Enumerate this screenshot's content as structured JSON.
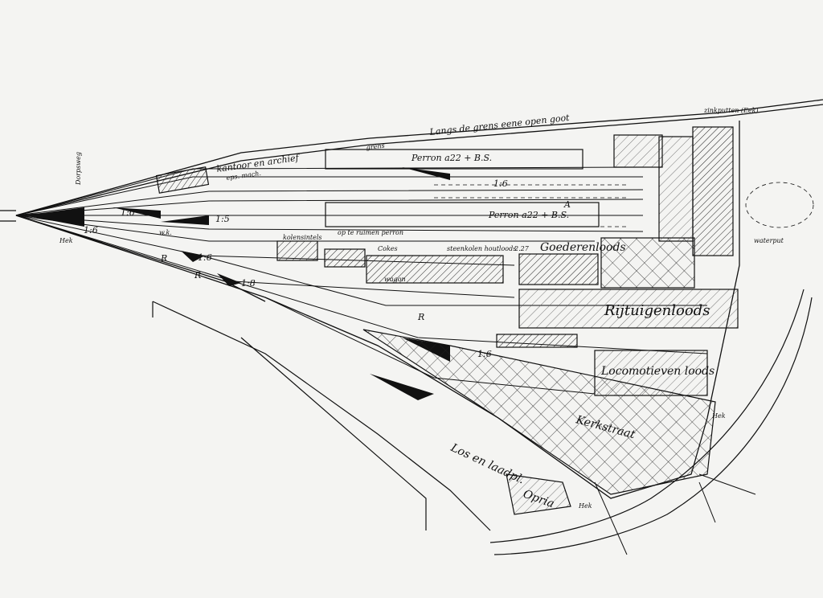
{
  "colors": {
    "paper": "#f4f4f2",
    "ink": "#111111",
    "hatch": "#222222"
  },
  "labels": {
    "langs_grens": "Langs de grens eene open goot",
    "grens": "grens",
    "perron_top": "Perron  a22 + B.S.",
    "perron_mid": "Perron  a22 + B.S.",
    "kantoor": "kantoor en archief",
    "eps_mach": "eps. mach.",
    "kolensintels": "kolensintels",
    "cokes": "Cokes",
    "steenkolen": "steenkolen houtloods",
    "goederenloods": "Goederenloods",
    "rijtuigenloods": "Rijtuigenloods",
    "locomotievenloods": "Locomotieven loods",
    "laden_losplaats": "Los en laadpl.",
    "opria": "Opria",
    "hek_left": "Hek",
    "hek_bottom": "Hek",
    "hek_right": "Hek",
    "waterput": "waterput",
    "opstelsporen": "op te ruimen perron",
    "wk": "w.k.",
    "ratio_1_6_a": "1:6",
    "ratio_1_6_b": "1:6",
    "ratio_1_6_c": "1:6",
    "ratio_1_5": "1:5",
    "ratio_1_8": "1:8",
    "ratio_1_6_d": "1:6",
    "ratio_1_6_e": "1:6",
    "r_a": "R",
    "r_b": "R",
    "r_c": "R",
    "letter_a": "A",
    "kerkstraat": "Kerkstraat",
    "zinkputten": "zinkputten (Eek)",
    "wagon": "wagon",
    "nieuwe_weg": "Dorpsweg",
    "km": "2.27"
  }
}
